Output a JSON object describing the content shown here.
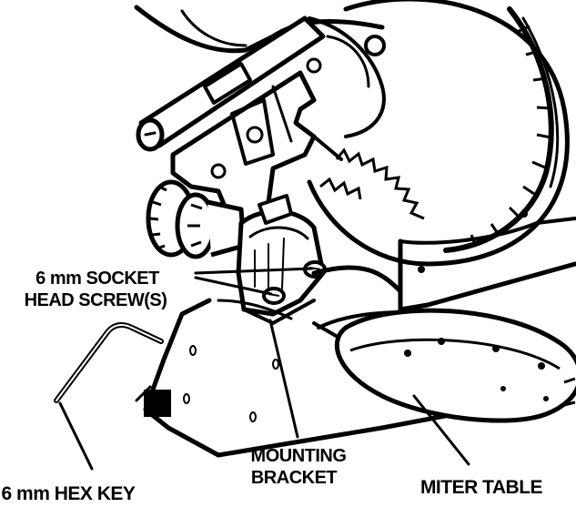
{
  "colors": {
    "ink": "#000000",
    "paper": "#ffffff"
  },
  "labels": {
    "socket_screw_line1": "6 mm SOCKET",
    "socket_screw_line2": "HEAD SCREW(S)",
    "mounting_bracket_line1": "MOUNTING",
    "mounting_bracket_line2": "BRACKET",
    "hex_key": "6 mm HEX KEY",
    "miter_table": "MITER TABLE"
  }
}
